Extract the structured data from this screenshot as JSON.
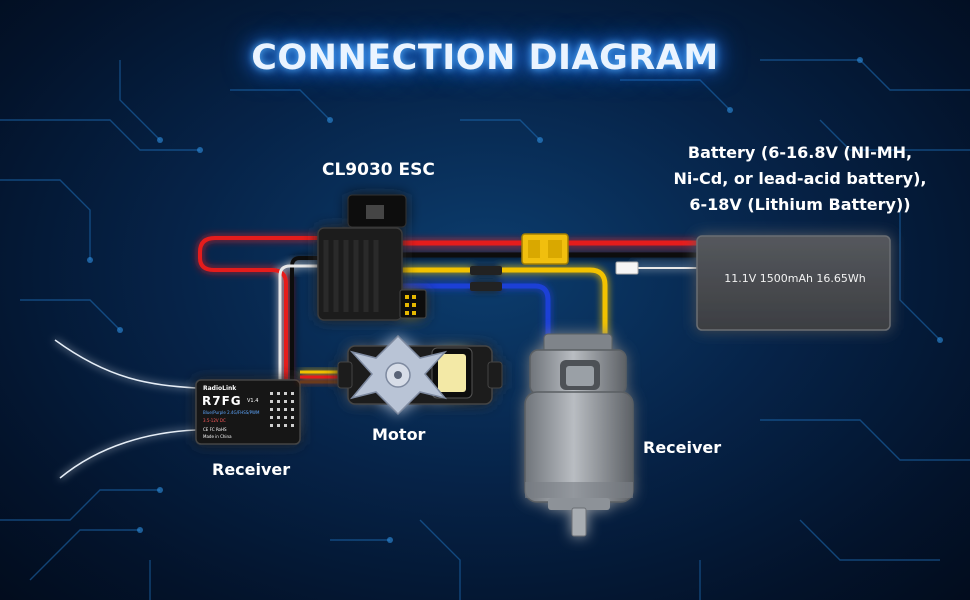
{
  "title": "CONNECTION DIAGRAM",
  "labels": {
    "esc": "CL9030 ESC",
    "battery_line1": "Battery (6-16.8V (NI-MH,",
    "battery_line2": "Ni-Cd, or lead-acid battery),",
    "battery_line3": "6-18V (Lithium Battery))",
    "battery_spec": "11.1V  1500mAh  16.65Wh",
    "motor": "Motor",
    "receiver_left": "Receiver",
    "receiver_right": "Receiver"
  },
  "receiver_module": {
    "brand": "RadioLink",
    "model": "R7FG",
    "version": "V1.4",
    "line1": "Blue/Purple 2.4G/FHSS/PWM",
    "line2": "3.5-12V DC",
    "line3": "CE FC RoHS",
    "line4": "Made in China"
  },
  "colors": {
    "background": "#062348",
    "title_glow": "#2a86ff",
    "wire_red": "#e51c1c",
    "wire_black": "#111111",
    "wire_yellow": "#f2c200",
    "wire_blue": "#1f3fd6",
    "connector_xt60": "#f1bf0e",
    "esc_body": "#1a1a1a",
    "battery_body": "#4a4d52",
    "motor_body": "#8d9298",
    "servo_horn": "#b9c4d6"
  },
  "icons": [
    "circuit-board-background",
    "esc-module-icon",
    "battery-pack-icon",
    "xt60-connector-icon",
    "servo-icon",
    "brushed-motor-icon",
    "receiver-module-icon",
    "antenna-wire-icon"
  ]
}
